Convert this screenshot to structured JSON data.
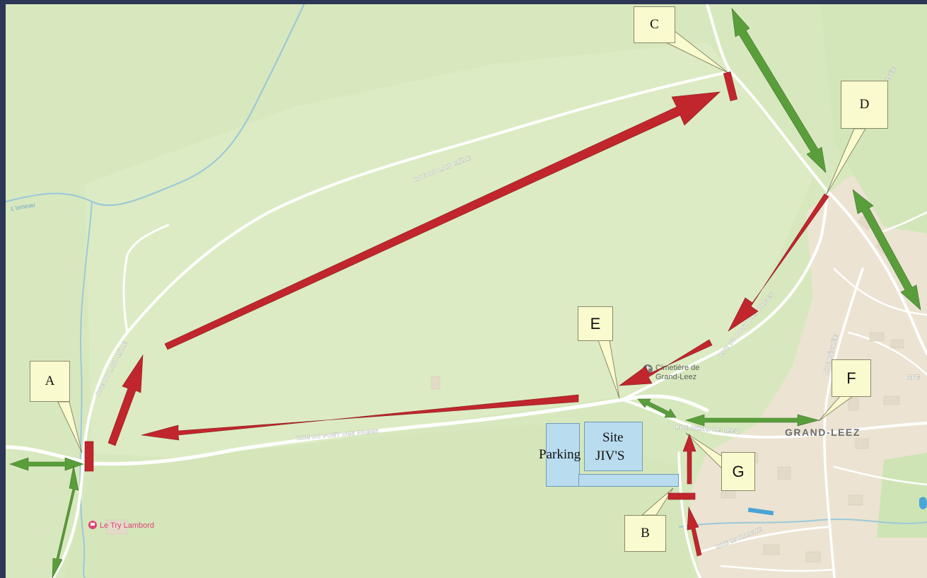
{
  "map": {
    "streets": {
      "laid_male_upper": "RUE DU LAID MÂLE",
      "laid_male_lower": "RUE DU LAID MÂLE",
      "pont_des_pages_main": "RUE DU PONT DES PAGES",
      "pont_des_pages_east": "RUE DU PONT DES PAGES",
      "henri_de_leez": "RUE HENRI DE LEEZ",
      "bechee": "RUE BÊCHÉE",
      "maraiche": "RUE MARAICHE",
      "ravisee": "ARAVISÉE",
      "rue_edge": "RUE"
    },
    "river": "L'orneau",
    "poi": "Le Try Lambord",
    "cemetery": {
      "line1": "Cimetière de",
      "line2": "Grand-Leez"
    },
    "town": "GRAND-LEEZ",
    "colors": {
      "green": "#d8e8be",
      "road": "#ffffff",
      "river": "#9cc9d9",
      "urban": "#ece3d2",
      "red_arrow": "#c1262d",
      "green_arrow": "#5a9e3c"
    }
  },
  "callouts": {
    "A": "A",
    "B": "B",
    "C": "C",
    "D": "D",
    "E": "E",
    "F": "F",
    "G": "G"
  },
  "site": {
    "parking": "Parking",
    "site_line1": "Site",
    "site_line2": "JIV'S"
  }
}
